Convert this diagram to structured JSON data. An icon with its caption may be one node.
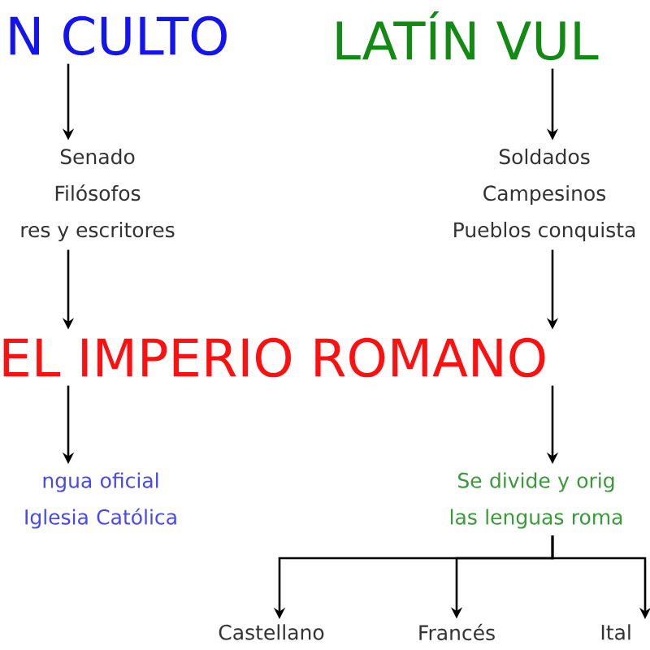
{
  "diagram": {
    "nodes": [
      {
        "text": [
          "N CULTO"
        ]
      },
      {
        "text": [
          "Senado",
          "Filósofos",
          "res y escritores"
        ]
      },
      {
        "text": [
          "LATÍN VUL"
        ]
      },
      {
        "text": [
          "Soldados",
          "Campesinos",
          "Pueblos conquista"
        ]
      },
      {
        "text": [
          "EL IMPERIO ROMANO"
        ]
      },
      {
        "text": [
          "ngua oficial Iglesia Católica"
        ]
      },
      {
        "text": [
          "Se divide y orig las lenguas roma"
        ]
      },
      {
        "text": [
          "Castellano"
        ]
      },
      {
        "text": [
          "Francés"
        ]
      },
      {
        "text": [
          "Ital"
        ]
      }
    ],
    "edges": [
      {
        "from": 0,
        "to": 1,
        "arrow": "to"
      },
      {
        "from": 2,
        "to": 3,
        "arrow": "to"
      },
      {
        "from": 1,
        "to": 4,
        "arrow": "to"
      },
      {
        "from": 3,
        "to": 4,
        "arrow": "to"
      },
      {
        "from": 4,
        "to": 5,
        "arrow": "to"
      },
      {
        "from": 4,
        "to": 6,
        "arrow": "to"
      },
      {
        "from": 6,
        "to": 7,
        "arrow": "to"
      },
      {
        "from": 6,
        "to": 8,
        "arrow": "to"
      },
      {
        "from": 6,
        "to": 9,
        "arrow": "to"
      }
    ]
  }
}
